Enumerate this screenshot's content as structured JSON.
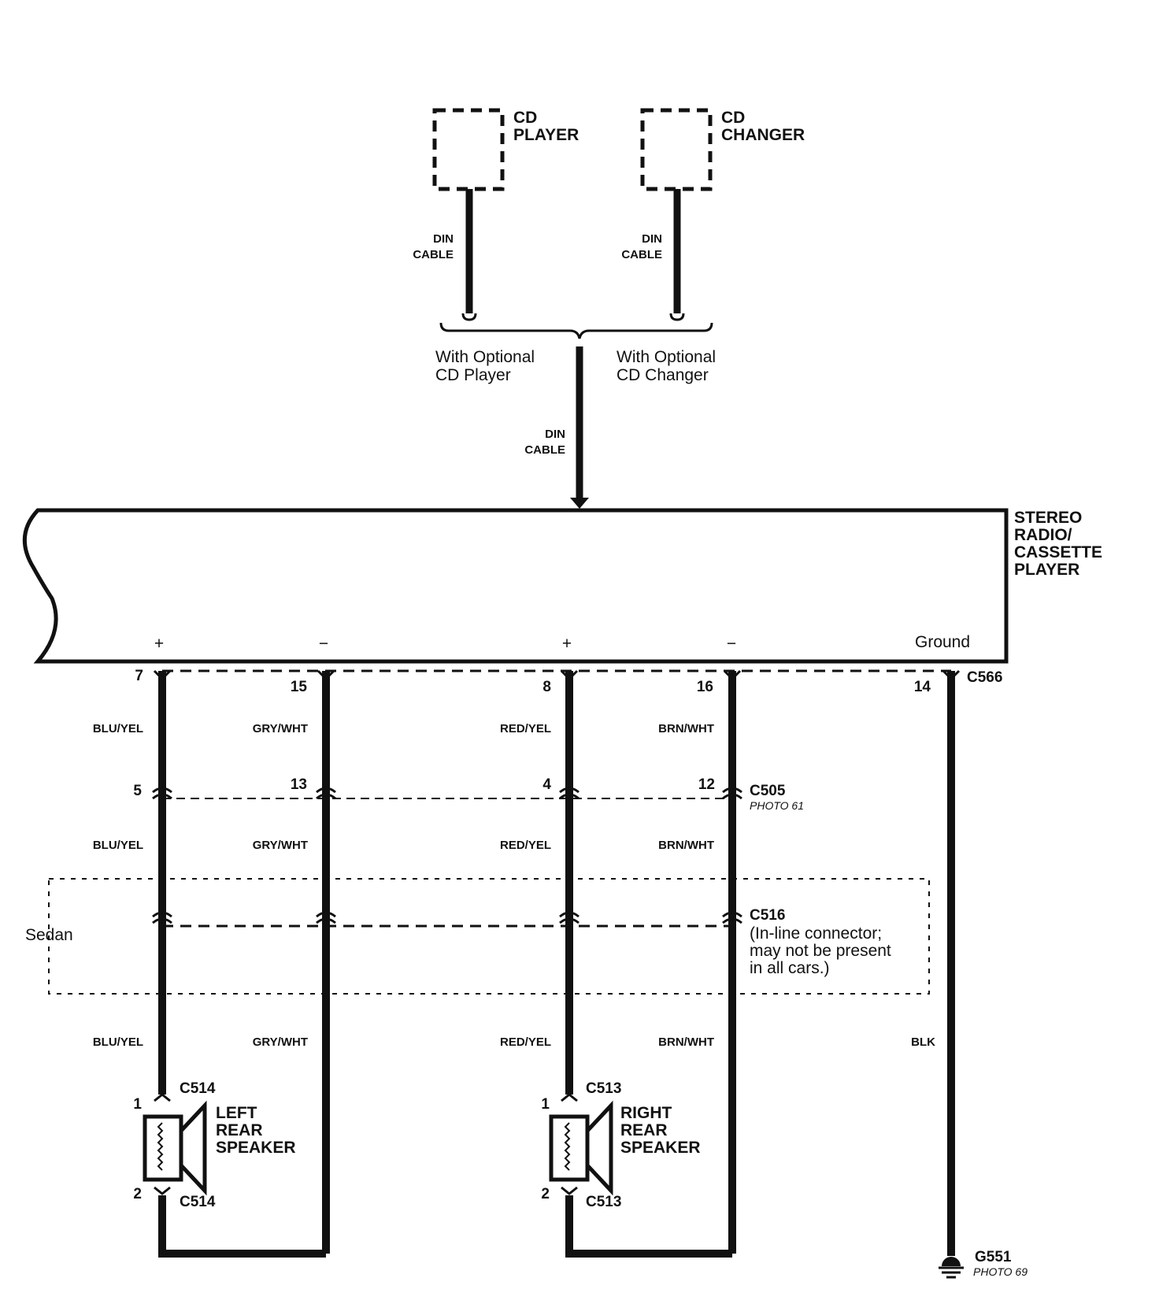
{
  "components": {
    "cd_player": [
      "CD",
      "PLAYER"
    ],
    "cd_changer": [
      "CD",
      "CHANGER"
    ],
    "din_cable": [
      "DIN",
      "CABLE"
    ],
    "radio": [
      "STEREO",
      "RADIO/",
      "CASSETTE",
      "PLAYER"
    ],
    "left_speaker": [
      "LEFT",
      "REAR",
      "SPEAKER"
    ],
    "right_speaker": [
      "RIGHT",
      "REAR",
      "SPEAKER"
    ]
  },
  "options": {
    "cd_player": [
      "With Optional",
      "CD Player"
    ],
    "cd_changer": [
      "With Optional",
      "CD Changer"
    ]
  },
  "terminals": {
    "plus": "+",
    "minus": "−",
    "ground": "Ground"
  },
  "connectors": {
    "c566": "C566",
    "c505": "C505",
    "c505_photo": "PHOTO 61",
    "c516": "C516",
    "c516_note": [
      "(In-line connector;",
      "may not be present",
      "in all cars.)"
    ],
    "c514": "C514",
    "c513": "C513",
    "g551": "G551",
    "g551_photo": "PHOTO 69"
  },
  "zone": {
    "sedan": "Sedan"
  },
  "pins": {
    "c566": [
      "7",
      "15",
      "8",
      "16",
      "14"
    ],
    "c505": [
      "5",
      "13",
      "4",
      "12"
    ],
    "speaker": [
      "1",
      "2"
    ]
  },
  "wire_colors": {
    "w1": "BLU/YEL",
    "w2": "GRY/WHT",
    "w3": "RED/YEL",
    "w4": "BRN/WHT",
    "w5": "BLK"
  }
}
